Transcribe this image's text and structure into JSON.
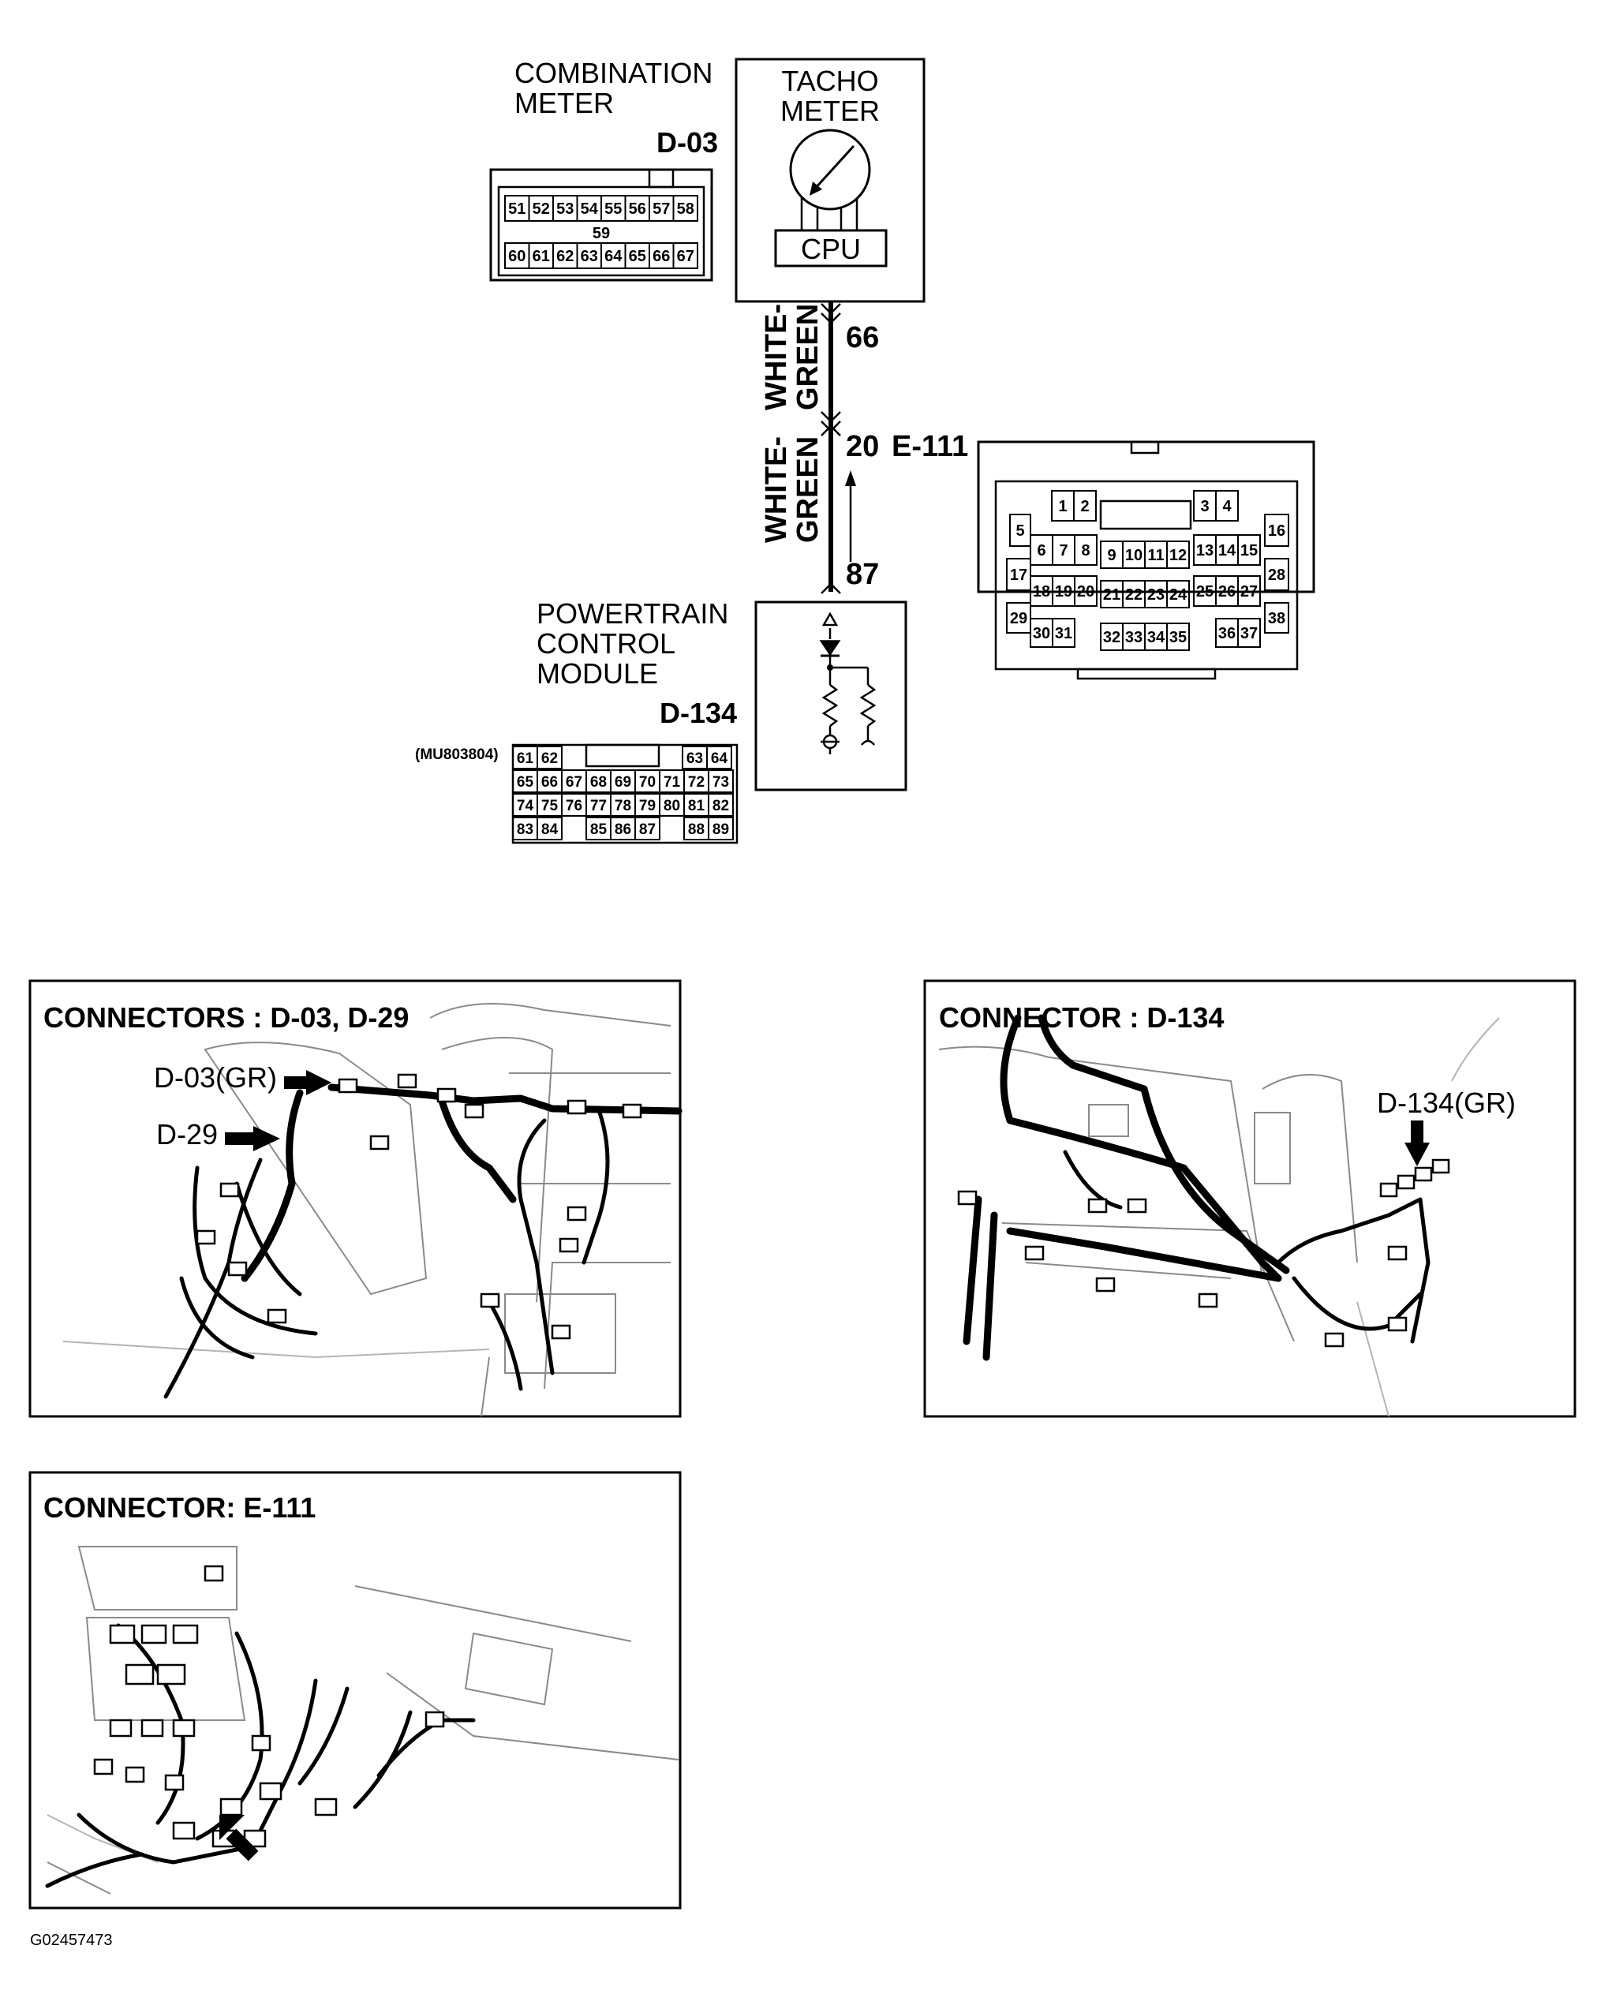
{
  "combination_meter": {
    "title_line1": "COMBINATION",
    "title_line2": "METER",
    "connector_id": "D-03",
    "pins_top": [
      "51",
      "52",
      "53",
      "54",
      "55",
      "56",
      "57",
      "58"
    ],
    "pin_middle": "59",
    "pins_bottom": [
      "60",
      "61",
      "62",
      "63",
      "64",
      "65",
      "66",
      "67"
    ]
  },
  "tacho_meter": {
    "label_line1": "TACHO",
    "label_line2": "METER",
    "cpu_label": "CPU"
  },
  "wiring": {
    "pin_meter": "66",
    "wire_color_upper_line1": "WHITE-",
    "wire_color_upper_line2": "GREEN",
    "junction_pin": "20",
    "junction_connector": "E-111",
    "wire_color_lower_line1": "WHITE-",
    "wire_color_lower_line2": "GREEN",
    "pin_pcm": "87"
  },
  "e111_connector": {
    "cells": [
      "1",
      "2",
      "3",
      "4",
      "5",
      "6",
      "7",
      "8",
      "9",
      "10",
      "11",
      "12",
      "13",
      "14",
      "15",
      "16",
      "17",
      "18",
      "19",
      "20",
      "21",
      "22",
      "23",
      "24",
      "25",
      "26",
      "27",
      "28",
      "29",
      "30",
      "31",
      "32",
      "33",
      "34",
      "35",
      "36",
      "37",
      "38"
    ]
  },
  "pcm": {
    "title_line1": "POWERTRAIN",
    "title_line2": "CONTROL",
    "title_line3": "MODULE",
    "connector_id": "D-134",
    "part_number": "(MU803804)",
    "pins_row1": [
      "61",
      "62",
      "63",
      "64"
    ],
    "pins_row2": [
      "65",
      "66",
      "67",
      "68",
      "69",
      "70",
      "71",
      "72",
      "73"
    ],
    "pins_row3": [
      "74",
      "75",
      "76",
      "77",
      "78",
      "79",
      "80",
      "81",
      "82"
    ],
    "pins_row4": [
      "83",
      "84",
      "85",
      "86",
      "87",
      "88",
      "89"
    ]
  },
  "panels": {
    "d03_title": "CONNECTORS : D-03, D-29",
    "d03_callout_1": "D-03(GR)",
    "d03_callout_2": "D-29",
    "d134_title": "CONNECTOR : D-134",
    "d134_callout": "D-134(GR)",
    "e111_title": "CONNECTOR: E-111"
  },
  "figure_code": "G02457473"
}
